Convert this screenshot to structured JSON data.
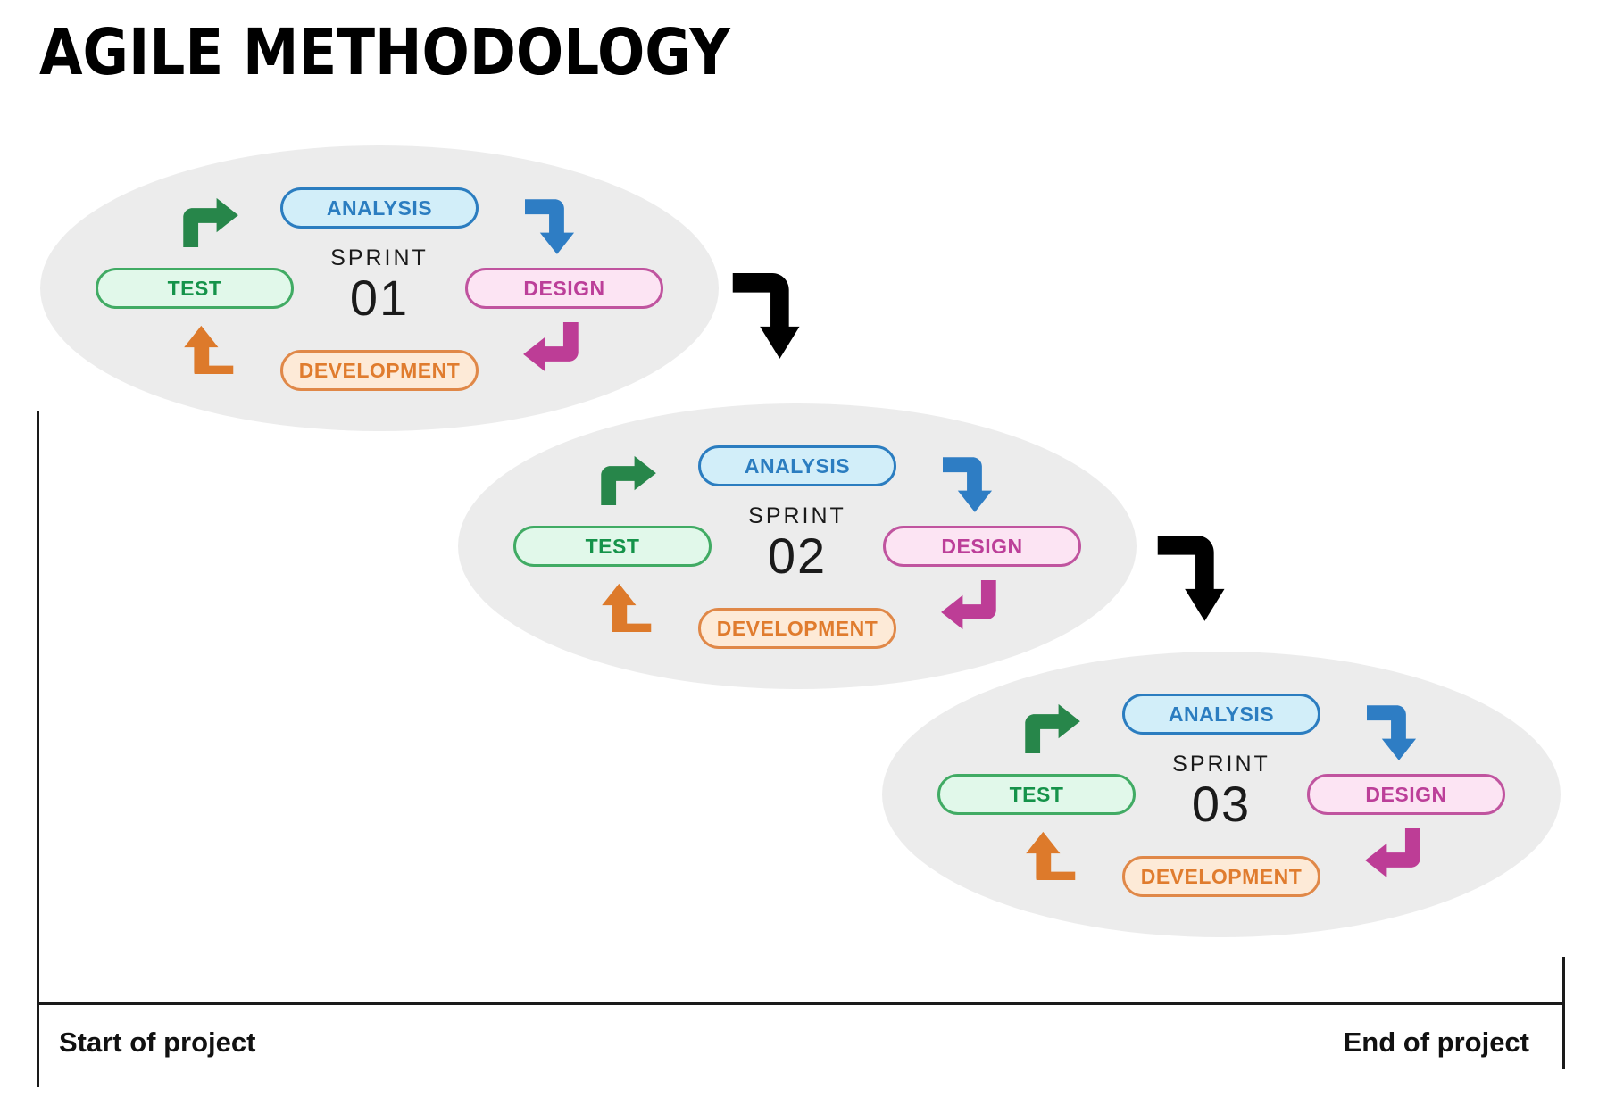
{
  "title": "AGILE METHODOLOGY",
  "sprints": [
    {
      "label": "SPRINT",
      "number": "01",
      "analysis": "ANALYSIS",
      "design": "DESIGN",
      "development": "DEVELOPMENT",
      "test": "TEST"
    },
    {
      "label": "SPRINT",
      "number": "02",
      "analysis": "ANALYSIS",
      "design": "DESIGN",
      "development": "DEVELOPMENT",
      "test": "TEST"
    },
    {
      "label": "SPRINT",
      "number": "03",
      "analysis": "ANALYSIS",
      "design": "DESIGN",
      "development": "DEVELOPMENT",
      "test": "TEST"
    }
  ],
  "timeline": {
    "start_label": "Start of project",
    "end_label": "End of project"
  },
  "colors": {
    "analysis_text": "#2b7dc0",
    "analysis_fill": "#d2eef9",
    "test_text": "#15934a",
    "test_border": "#41ab64",
    "test_fill": "#e1f8ea",
    "design_text": "#bc3f99",
    "design_border": "#c0549f",
    "design_fill": "#fce4f3",
    "development_text": "#e07c2e",
    "development_border": "#e08848",
    "development_fill": "#fdead7",
    "arrow_green": "#27864a",
    "arrow_blue": "#2e7dc4",
    "arrow_magenta": "#bd3d96",
    "arrow_orange": "#dd7a2b",
    "arrow_black": "#000000",
    "ellipse_fill": "#ececec"
  }
}
